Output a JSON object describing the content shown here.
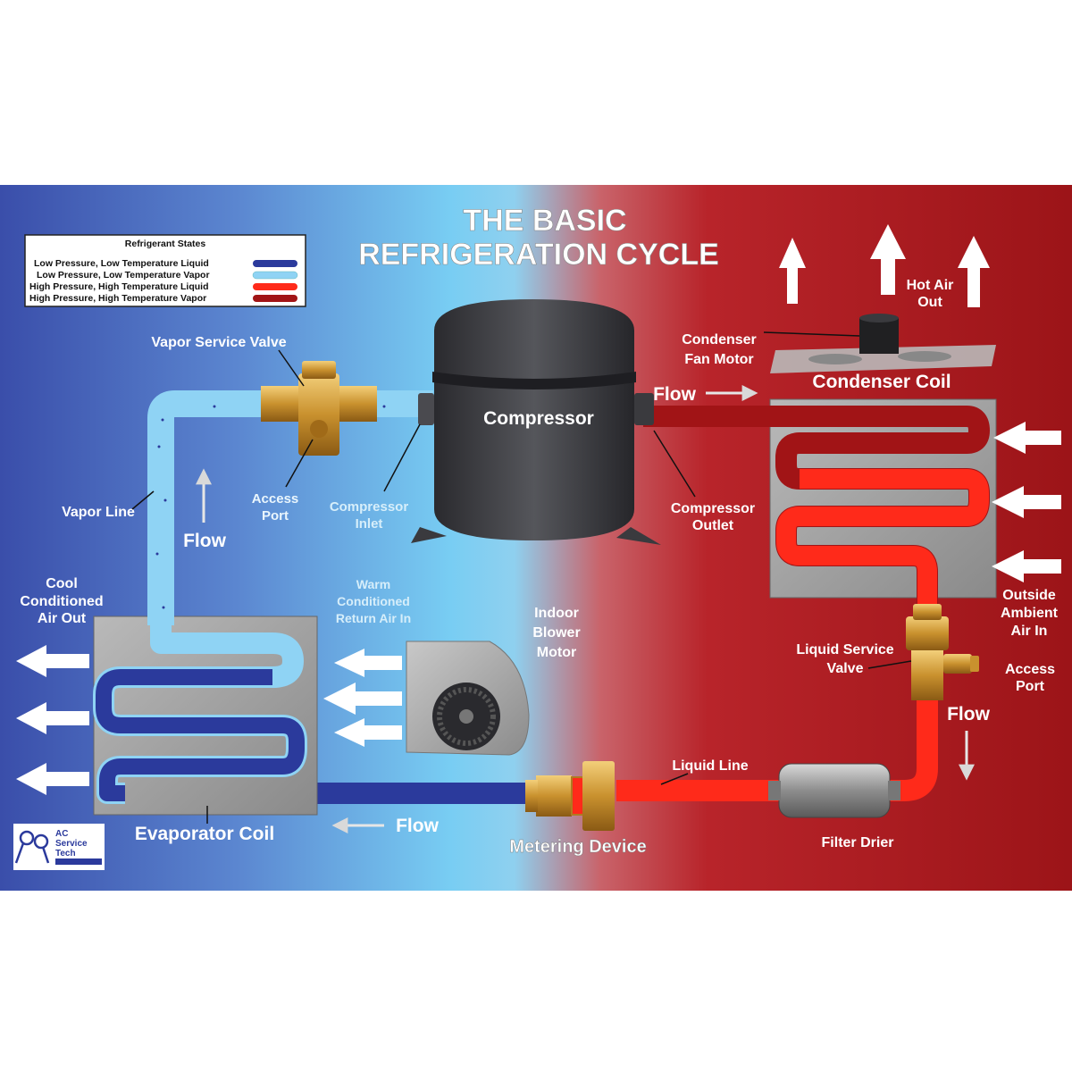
{
  "title": {
    "line1": "THE BASIC",
    "line2": "REFRIGERATION CYCLE"
  },
  "legend": {
    "heading": "Refrigerant States",
    "items": [
      {
        "label": "Low Pressure, Low Temperature Liquid",
        "color": "#2b3a9c"
      },
      {
        "label": "Low Pressure, Low Temperature Vapor",
        "color": "#8fd3f4"
      },
      {
        "label": "High Pressure, High Temperature Liquid",
        "color": "#ff2a1a"
      },
      {
        "label": "High Pressure, High Temperature Vapor",
        "color": "#a11416"
      }
    ]
  },
  "labels": {
    "vapor_service_valve": "Vapor Service Valve",
    "compressor": "Compressor",
    "condenser_fan_motor_1": "Condenser",
    "condenser_fan_motor_2": "Fan Motor",
    "hot_air_out_1": "Hot Air",
    "hot_air_out_2": "Out",
    "condenser_coil": "Condenser Coil",
    "flow_top": "Flow",
    "flow_left": "Flow",
    "flow_right": "Flow",
    "flow_bottom": "Flow",
    "vapor_line": "Vapor Line",
    "access_port_left_1": "Access",
    "access_port_left_2": "Port",
    "compressor_inlet_1": "Compressor",
    "compressor_inlet_2": "Inlet",
    "compressor_outlet_1": "Compressor",
    "compressor_outlet_2": "Outlet",
    "cool_air_1": "Cool",
    "cool_air_2": "Conditioned",
    "cool_air_3": "Air Out",
    "warm_air_1": "Warm",
    "warm_air_2": "Conditioned",
    "warm_air_3": "Return Air In",
    "blower_1": "Indoor",
    "blower_2": "Blower",
    "blower_3": "Motor",
    "outside_air_1": "Outside",
    "outside_air_2": "Ambient",
    "outside_air_3": "Air In",
    "liquid_service_valve_1": "Liquid Service",
    "liquid_service_valve_2": "Valve",
    "access_port_right_1": "Access",
    "access_port_right_2": "Port",
    "liquid_line": "Liquid Line",
    "filter_drier": "Filter Drier",
    "evaporator_coil": "Evaporator Coil",
    "metering_device": "Metering Device",
    "logo_1": "AC",
    "logo_2": "Service",
    "logo_3": "Tech"
  },
  "colors": {
    "low_liquid": "#2b3a9c",
    "low_vapor": "#8fd3f4",
    "high_liquid": "#ff2a1a",
    "high_vapor": "#a11416",
    "bg_left": "#3f55b0",
    "bg_mid": "#6fc8f2",
    "bg_right": "#a3161b"
  }
}
